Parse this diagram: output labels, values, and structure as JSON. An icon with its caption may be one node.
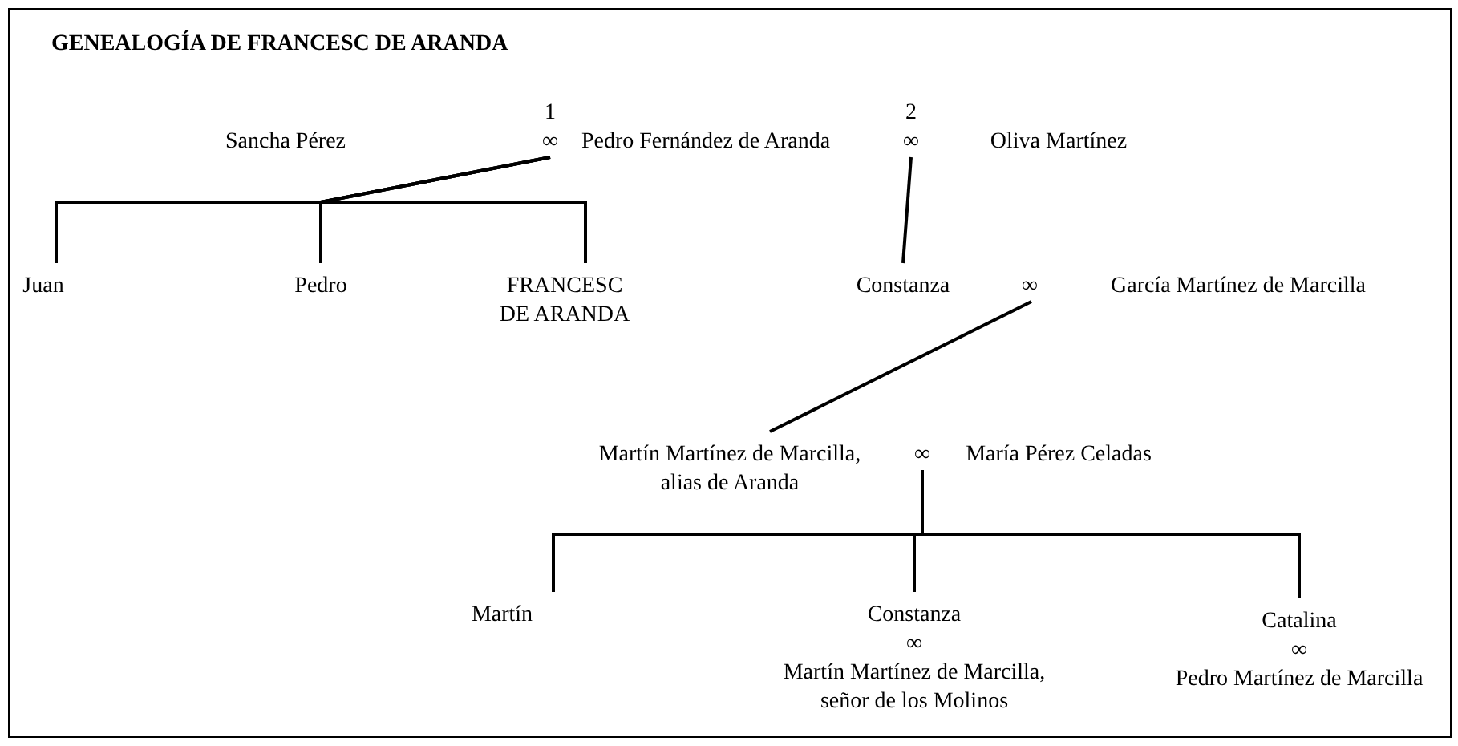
{
  "diagram": {
    "title": "GENEALOGÍA DE FRANCESC DE ARANDA",
    "nodes": [
      {
        "text": [
          "Sancha Pérez"
        ]
      },
      {
        "text": [
          "∞"
        ],
        "beside": [
          "1"
        ]
      },
      {
        "text": [
          "Pedro Fernández de Aranda"
        ]
      },
      {
        "text": [
          "∞"
        ],
        "beside": [
          "2"
        ]
      },
      {
        "text": [
          "Oliva Martínez"
        ]
      },
      {
        "text": [
          "Juan"
        ]
      },
      {
        "text": [
          "Pedro"
        ]
      },
      {
        "text": [
          "FRANCESC DE ARANDA"
        ]
      },
      {
        "text": [
          "Constanza"
        ]
      },
      {
        "text": [
          "∞"
        ]
      },
      {
        "text": [
          "García Martínez de Marcilla"
        ]
      },
      {
        "text": [
          "Martín Martínez de Marcilla, alias de Aranda"
        ]
      },
      {
        "text": [
          "∞"
        ]
      },
      {
        "text": [
          "María Pérez Celadas"
        ]
      },
      {
        "text": [
          "Martín"
        ]
      },
      {
        "text": [
          "Constanza",
          "∞",
          "Martín Martínez de Marcilla, señor de los Molinos"
        ]
      },
      {
        "text": [
          "Catalina",
          "∞",
          "Pedro Martínez de Marcilla"
        ]
      }
    ],
    "edges": [
      {
        "from": 1,
        "to": 5,
        "arrow": "none"
      },
      {
        "from": 1,
        "to": 6,
        "arrow": "none"
      },
      {
        "from": 1,
        "to": 7,
        "arrow": "none"
      },
      {
        "from": 3,
        "to": 8,
        "arrow": "none"
      },
      {
        "from": 9,
        "to": 11,
        "arrow": "none"
      },
      {
        "from": 12,
        "to": 14,
        "arrow": "none"
      },
      {
        "from": 12,
        "to": 15,
        "arrow": "none"
      },
      {
        "from": 12,
        "to": 16,
        "arrow": "none"
      }
    ]
  }
}
